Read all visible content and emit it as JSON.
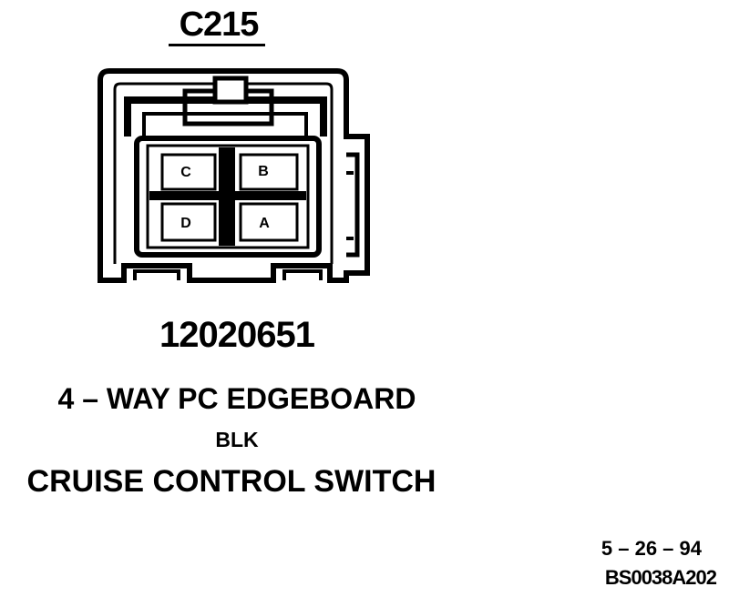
{
  "connector": {
    "id": "C215",
    "part_number": "12020651",
    "type": "4 – WAY PC EDGEBOARD",
    "color": "BLK",
    "component": "CRUISE CONTROL SWITCH",
    "pins": [
      {
        "label": "C"
      },
      {
        "label": "B"
      },
      {
        "label": "D"
      },
      {
        "label": "A"
      }
    ]
  },
  "footer": {
    "date": "5 – 26 – 94",
    "figure_code": "BS0038A202"
  }
}
